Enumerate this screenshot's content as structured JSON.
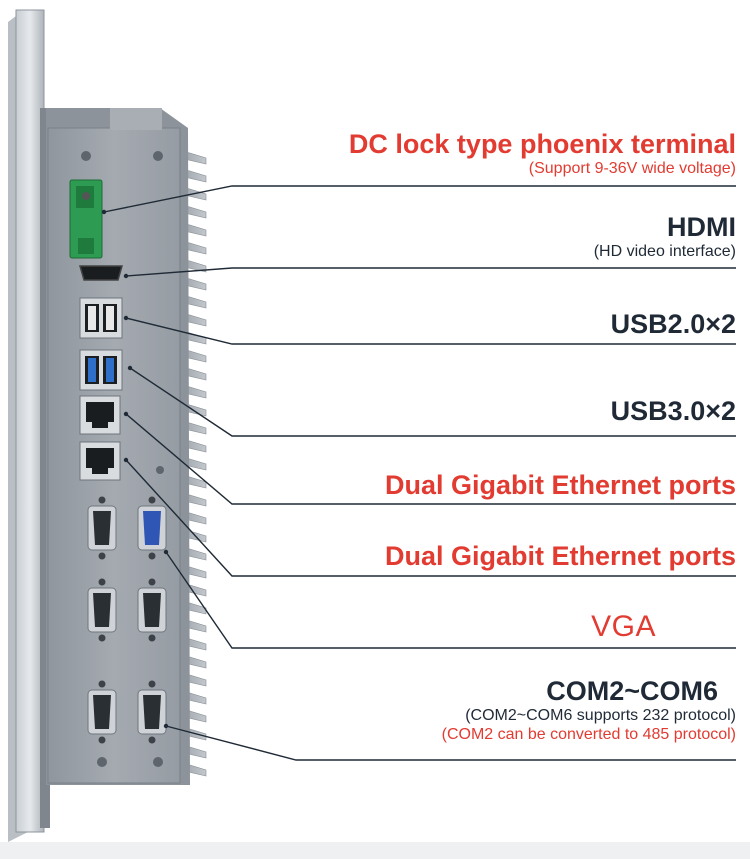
{
  "colors": {
    "accent_red": "#e23b31",
    "text_dark": "#1f2a36",
    "panel_gray": "#9ea5ac"
  },
  "labels": {
    "dc": {
      "title": "DC lock type phoenix terminal",
      "sub": "(Support 9-36V wide voltage)"
    },
    "hdmi": {
      "title": "HDMI",
      "sub": "(HD video interface)"
    },
    "usb2": {
      "title": "USB2.0×2"
    },
    "usb3": {
      "title": "USB3.0×2"
    },
    "lan1": {
      "title": "Dual Gigabit Ethernet ports"
    },
    "lan2": {
      "title": "Dual Gigabit Ethernet ports"
    },
    "vga": {
      "title": "VGA"
    },
    "com": {
      "title": "COM2~COM6",
      "sub1": "(COM2~COM6 supports 232 protocol)",
      "sub2": "(COM2 can be converted to 485 protocol)"
    }
  }
}
